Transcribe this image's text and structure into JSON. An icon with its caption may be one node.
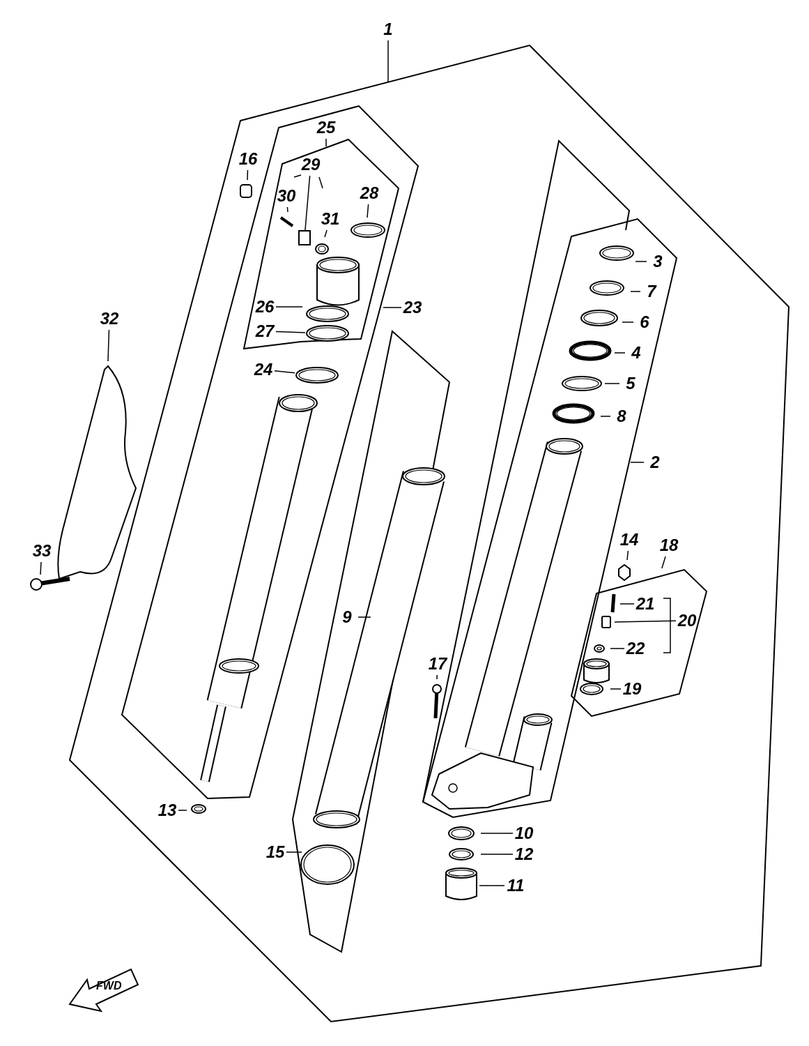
{
  "diagram": {
    "nodes": [
      {
        "text": [
          "1"
        ]
      },
      {
        "text": [
          "2"
        ]
      },
      {
        "text": [
          "3"
        ]
      },
      {
        "text": [
          "4"
        ]
      },
      {
        "text": [
          "5"
        ]
      },
      {
        "text": [
          "6"
        ]
      },
      {
        "text": [
          "7"
        ]
      },
      {
        "text": [
          "8"
        ]
      },
      {
        "text": [
          "9"
        ]
      },
      {
        "text": [
          "10"
        ]
      },
      {
        "text": [
          "11"
        ]
      },
      {
        "text": [
          "12"
        ]
      },
      {
        "text": [
          "13"
        ]
      },
      {
        "text": [
          "14"
        ]
      },
      {
        "text": [
          "15"
        ]
      },
      {
        "text": [
          "16"
        ]
      },
      {
        "text": [
          "17"
        ]
      },
      {
        "text": [
          "18"
        ]
      },
      {
        "text": [
          "19"
        ],
        "in": 36
      },
      {
        "text": [
          "20"
        ],
        "in": 36
      },
      {
        "text": [
          "21"
        ],
        "in": 36
      },
      {
        "text": [
          "22"
        ],
        "in": 36
      },
      {
        "text": [
          "23"
        ]
      },
      {
        "text": [
          "24"
        ]
      },
      {
        "text": [
          "25"
        ]
      },
      {
        "text": [
          "26"
        ]
      },
      {
        "text": [
          "27"
        ]
      },
      {
        "text": [
          "28"
        ]
      },
      {
        "text": [
          "29"
        ]
      },
      {
        "text": [
          "30"
        ]
      },
      {
        "text": [
          "31"
        ]
      },
      {
        "text": [
          "32"
        ]
      },
      {
        "text": [
          "33"
        ]
      },
      {
        "text": [],
        "shape": "box"
      },
      {
        "text": [],
        "shape": "ring"
      },
      {
        "text": [],
        "shape": "ring"
      },
      {
        "text": [],
        "shape": "octagon"
      }
    ],
    "edges": [
      {
        "from": 0,
        "to": null,
        "arrow": "none"
      },
      {
        "from": 1,
        "to": null,
        "arrow": "none"
      },
      {
        "from": 2,
        "to": null,
        "arrow": "none"
      },
      {
        "from": 3,
        "to": null,
        "arrow": "none"
      },
      {
        "from": 4,
        "to": null,
        "arrow": "none"
      },
      {
        "from": 5,
        "to": null,
        "arrow": "none"
      },
      {
        "from": 6,
        "to": null,
        "arrow": "none"
      },
      {
        "from": 7,
        "to": null,
        "arrow": "none"
      },
      {
        "from": 8,
        "to": null,
        "arrow": "none"
      },
      {
        "from": 9,
        "to": null,
        "arrow": "none"
      },
      {
        "from": 10,
        "to": null,
        "arrow": "none"
      },
      {
        "from": 11,
        "to": null,
        "arrow": "none"
      },
      {
        "from": 12,
        "to": null,
        "arrow": "none"
      },
      {
        "from": 13,
        "to": null,
        "arrow": "none"
      },
      {
        "from": 14,
        "to": null,
        "arrow": "none"
      },
      {
        "from": 15,
        "to": null,
        "arrow": "none"
      },
      {
        "from": 16,
        "to": null,
        "arrow": "none"
      },
      {
        "from": 17,
        "to": 36,
        "arrow": "none"
      },
      {
        "from": 18,
        "to": null,
        "arrow": "none"
      },
      {
        "from": 19,
        "to": null,
        "arrow": "none"
      },
      {
        "from": 20,
        "to": null,
        "arrow": "none"
      },
      {
        "from": 21,
        "to": null,
        "arrow": "none"
      },
      {
        "from": 22,
        "to": null,
        "arrow": "none"
      },
      {
        "from": 23,
        "to": 35,
        "arrow": "none"
      },
      {
        "from": 24,
        "to": null,
        "arrow": "none"
      },
      {
        "from": 25,
        "to": null,
        "arrow": "none"
      },
      {
        "from": 26,
        "to": 34,
        "arrow": "none"
      },
      {
        "from": 27,
        "to": null,
        "arrow": "none"
      },
      {
        "from": 28,
        "to": 33,
        "arrow": "none"
      },
      {
        "from": 29,
        "to": null,
        "arrow": "none"
      },
      {
        "from": 30,
        "to": null,
        "arrow": "none"
      },
      {
        "from": 31,
        "to": null,
        "arrow": "none"
      },
      {
        "from": 32,
        "to": null,
        "arrow": "none"
      }
    ],
    "labels": [
      "FWD"
    ]
  }
}
